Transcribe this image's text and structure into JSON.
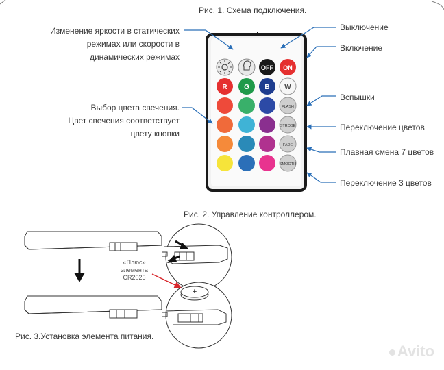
{
  "figure1": {
    "caption": "Рис. 1. Схема подключения.",
    "left_labels": {
      "brightness_1": "Изменение яркости в статических",
      "brightness_2": "режимах или скорости в",
      "brightness_3": "динамических режимах",
      "color_1": "Выбор цвета свечения.",
      "color_2": "Цвет свечения соответствует",
      "color_3": "цвету кнопки"
    },
    "right_labels": {
      "off": "Выключение",
      "on": "Включение",
      "flash": "Вспышки",
      "strobe": "Переключение цветов",
      "fade": "Плавная смена 7 цветов",
      "smooth": "Переключение 3 цветов"
    },
    "buttons": {
      "off": "OFF",
      "on": "ON",
      "r": "R",
      "g": "G",
      "b": "B",
      "w": "W",
      "flash": "FLASH",
      "strobe": "STROBE",
      "fade": "FADE",
      "smooth": "SMOOTH"
    },
    "colors": {
      "off": "#1a1a1a",
      "on": "#e53030",
      "r": "#e53030",
      "g": "#1f9a4a",
      "b": "#1e3d8f",
      "row3": [
        "#ee4a3a",
        "#39b06a",
        "#2c4aa6"
      ],
      "row4": [
        "#f06a3a",
        "#3fb3d6",
        "#8a2f8f"
      ],
      "row5": [
        "#f58a3a",
        "#2a8ab8",
        "#b0328f"
      ],
      "row6": [
        "#f6e43a",
        "#2b6fb8",
        "#e8338f"
      ],
      "function_button": "#cfcfcf",
      "arrow": "#2a6fb8"
    }
  },
  "figure2": {
    "caption": "Рис. 2. Управление контроллером.",
    "plus_label_1": "«Плюс»",
    "plus_label_2": "элемента",
    "plus_label_3": "CR2025",
    "plus_sign": "+"
  },
  "figure3": {
    "caption": "Рис. 3.Установка элемента питания."
  },
  "watermark": {
    "text": "Avito"
  }
}
